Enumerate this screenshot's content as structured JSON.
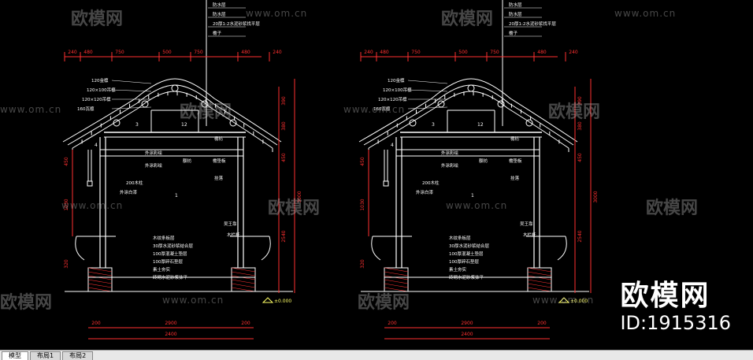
{
  "tabs": [
    "模型",
    "布局1",
    "布局2"
  ],
  "watermark": {
    "brand": "欧模网",
    "url": "www.om.cn",
    "id": "ID:1915316"
  },
  "colors": {
    "line": "#ffffff",
    "dim": "#ff3030",
    "text": "#ffffff",
    "label": "#ffff66"
  },
  "drawing": {
    "top_dims": [
      "240",
      "480",
      "750",
      "500",
      "750",
      "480",
      "240"
    ],
    "bottom_dims_a": [
      "200",
      "200"
    ],
    "bottom_total": [
      "2900",
      "2400"
    ],
    "right_dims": [
      "390",
      "380",
      "450",
      "3000",
      "2540"
    ],
    "left_dims": [
      "450",
      "1030",
      "320"
    ],
    "elevation": "±0.000",
    "roof_labels": [
      "120金檩",
      "120×100吊檩",
      "120×120吊檩",
      "160瓦檩"
    ],
    "mid_labels": [
      "外涂彩绘",
      "檐枋",
      "外涂彩绘",
      "檐垫板",
      "额枋",
      "挂落",
      "200木柱",
      "外涂白漆",
      "木栏杆"
    ],
    "floor_labels": [
      "木纹条板层",
      "30厚水泥砂浆结合层",
      "100厚混凝土垫层",
      "100厚碎石垫层",
      "素土夯实",
      "砖砌水泥砂浆抹平"
    ],
    "stair_labels": [
      "吴王靠"
    ],
    "legend_top": [
      "防水层",
      "防水层",
      "20厚1:2水泥砂浆找平层",
      "檐子"
    ],
    "marks": [
      "3",
      "12",
      "4",
      "1",
      "12"
    ]
  }
}
